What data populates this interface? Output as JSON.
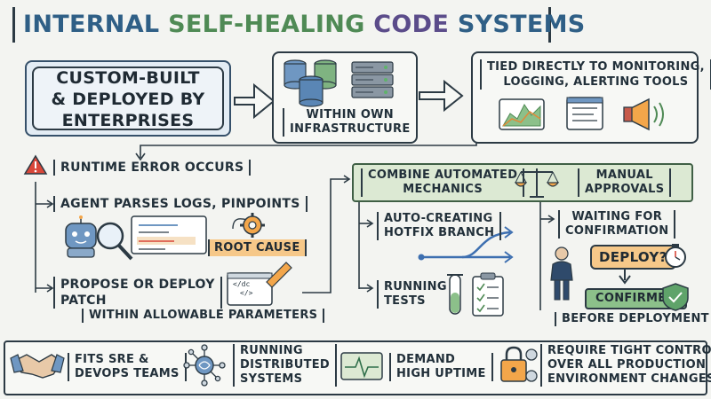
{
  "title": {
    "internal": "INTERNAL",
    "self_healing": "SELF-HEALING",
    "code": "CODE",
    "systems": "SYSTEMS"
  },
  "top": {
    "custom_built": [
      "CUSTOM-BUILT",
      "& DEPLOYED BY",
      "ENTERPRISES"
    ],
    "within_own": [
      "WITHIN OWN",
      "INFRASTRUCTURE"
    ],
    "tied_directly": [
      "TIED DIRECTLY TO MONITORING,",
      "LOGGING, ALERTING TOOLS"
    ]
  },
  "flow": {
    "runtime_error": "RUNTIME ERROR OCCURS",
    "agent_parses": "AGENT PARSES LOGS, PINPOINTS",
    "root_cause": "ROOT CAUSE",
    "propose": [
      "PROPOSE OR DEPLOY",
      "PATCH"
    ],
    "within_params": "WITHIN ALLOWABLE PARAMETERS",
    "code_snippet": [
      "</dc",
      "</>"
    ]
  },
  "middle": {
    "combine": [
      "COMBINE AUTOMATED",
      "MECHANICS"
    ],
    "manual": [
      "MANUAL",
      "APPROVALS"
    ],
    "hotfix": [
      "AUTO-CREATING",
      "HOTFIX BRANCH"
    ],
    "running_tests": [
      "RUNNING",
      "TESTS"
    ]
  },
  "right": {
    "waiting": [
      "WAITING FOR",
      "CONFIRMATION"
    ],
    "deploy": "DEPLOY?",
    "confirmed": "CONFIRMED",
    "before": "BEFORE DEPLOYMENT"
  },
  "bottom": {
    "sre": [
      "FITS SRE &",
      "DEVOPS TEAMS"
    ],
    "distributed": [
      "RUNNING",
      "DISTRIBUTED",
      "SYSTEMS"
    ],
    "uptime": [
      "DEMAND",
      "HIGH UPTIME"
    ],
    "control": [
      "REQUIRE TIGHT CONTROL",
      "OVER ALL PRODUCTION",
      "ENVIRONMENT CHANGES"
    ]
  },
  "colors": {
    "title_blue": "#2f5f86",
    "title_green": "#4f8a55",
    "title_purple": "#5b4c8a",
    "accent_orange": "#f3a64a",
    "accent_green": "#8cc08a",
    "panel_green": "#dce9d3",
    "panel_blue": "#dce7f1"
  }
}
